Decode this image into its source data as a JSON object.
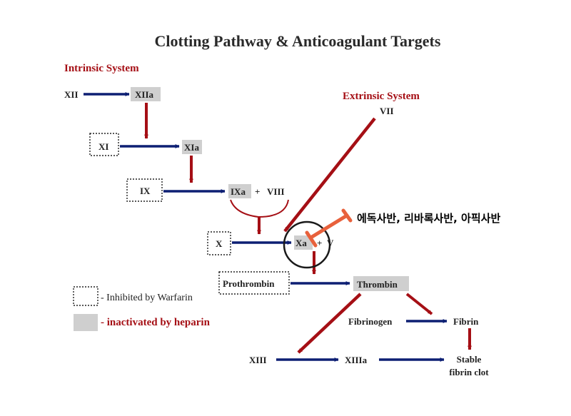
{
  "title": "Clotting Pathway & Anticoagulant Targets",
  "intrinsic_label": "Intrinsic System",
  "extrinsic_label": "Extrinsic System",
  "nodes": {
    "xii": "XII",
    "xiia": "XIIa",
    "xi": "XI",
    "xia": "XIa",
    "ix": "IX",
    "ixa": "IXa",
    "plus1": "+",
    "viii": "VIII",
    "vii": "VII",
    "x": "X",
    "xa": "Xa",
    "plus2": "+",
    "v": "V",
    "prothrombin": "Prothrombin",
    "thrombin": "Thrombin",
    "fibrinogen": "Fibrinogen",
    "fibrin": "Fibrin",
    "xiii": "XIII",
    "xiiia": "XIIIa",
    "stable_line1": "Stable",
    "stable_line2": "fibrin clot"
  },
  "legend": {
    "warfarin": "- Inhibited by Warfarin",
    "heparin": "- inactivated by heparin"
  },
  "annotation": "에독사반, 리바록사반, 아픽사반",
  "colors": {
    "red": "#a50f15",
    "navy": "#0d1f73",
    "gray_fill": "#cfcfcf",
    "inhibitor": "#e8613c"
  }
}
